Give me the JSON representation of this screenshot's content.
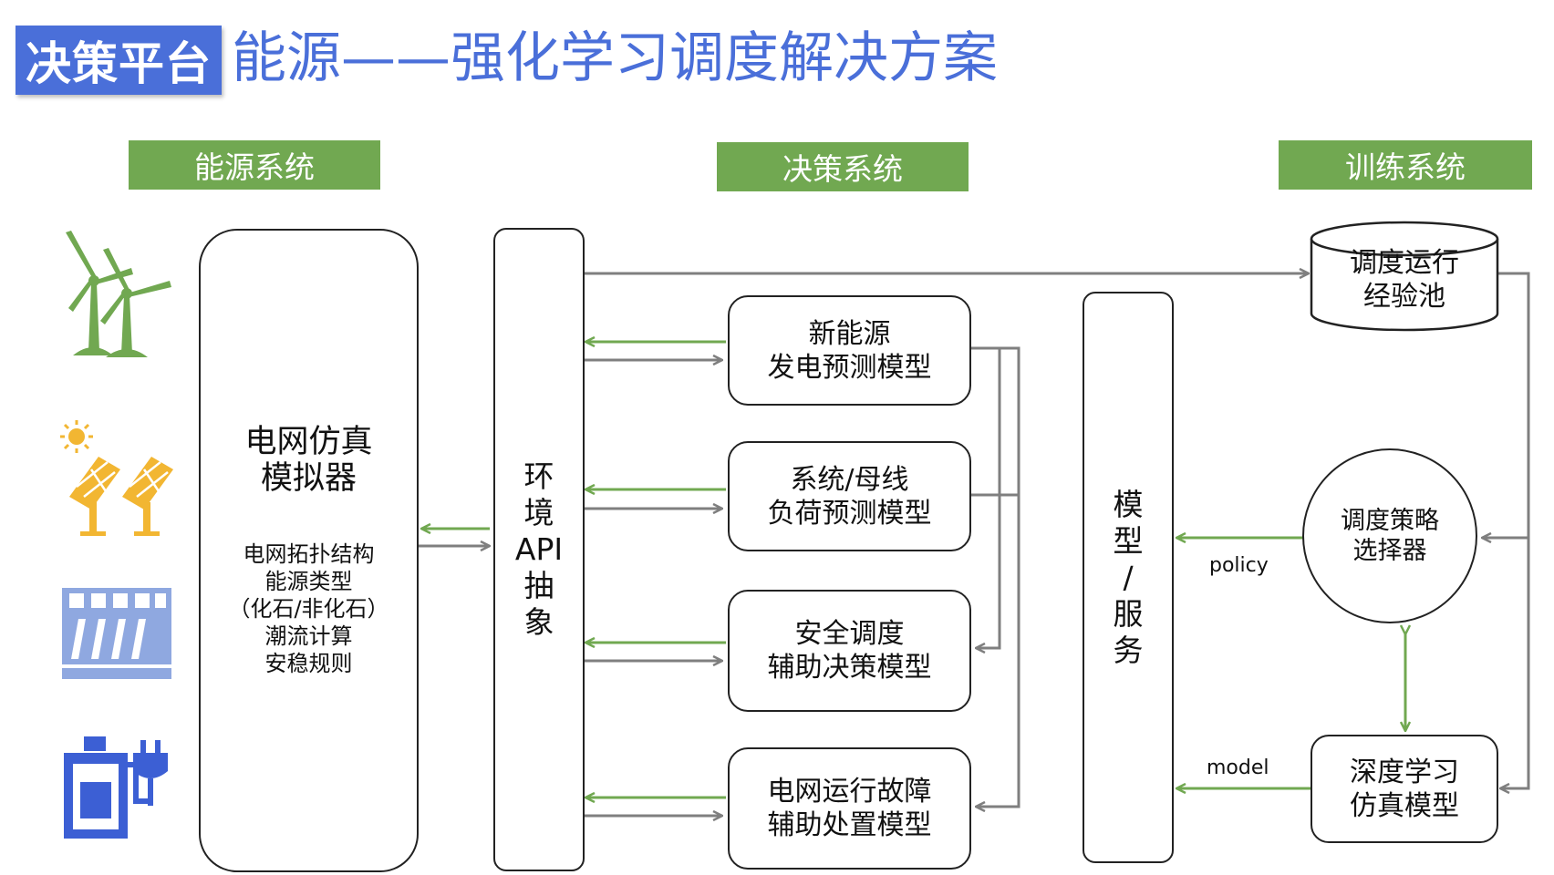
{
  "header": {
    "badge": "决策平台",
    "title": "能源——强化学习调度解决方案"
  },
  "sections": {
    "energy": "能源系统",
    "decision": "决策系统",
    "training": "训练系统"
  },
  "simulator": {
    "title": "电网仿真\n模拟器",
    "desc": "电网拓扑结构\n能源类型\n（化石/非化石）\n潮流计算\n安稳规则"
  },
  "env_api": {
    "label": "环\n境\nAPI\n抽\n象"
  },
  "models": [
    {
      "label": "新能源\n发电预测模型"
    },
    {
      "label": "系统/母线\n负荷预测模型"
    },
    {
      "label": "安全调度\n辅助决策模型"
    },
    {
      "label": "电网运行故障\n辅助处置模型"
    }
  ],
  "model_service": {
    "label": "模\n型\n/\n服\n务"
  },
  "experience_pool": {
    "label": "调度运行\n经验池"
  },
  "strategy_selector": {
    "label": "调度策略\n选择器"
  },
  "deep_learning": {
    "label": "深度学习\n仿真模型"
  },
  "edge_labels": {
    "policy": "policy",
    "model": "model"
  },
  "icons": [
    "wind-turbine-icon",
    "solar-panel-icon",
    "factory-icon",
    "power-plug-icon"
  ],
  "colors": {
    "accent_blue": "#4a6fd9",
    "green": "#71a851",
    "arrow_gray": "#7f7f7f",
    "arrow_green": "#71a851",
    "solar_orange": "#f2b632"
  }
}
